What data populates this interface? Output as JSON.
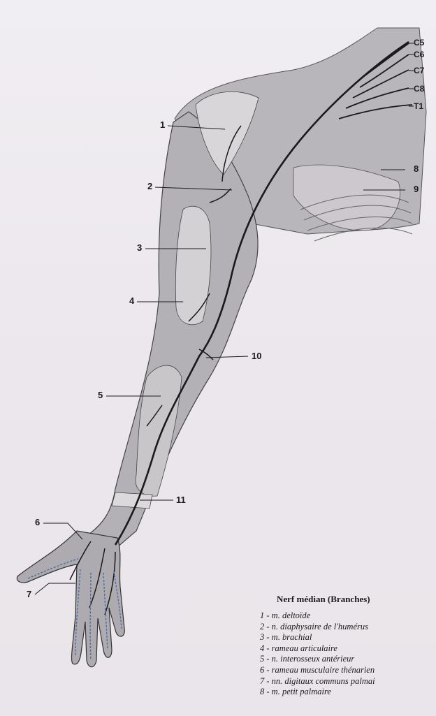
{
  "roots": [
    "C5",
    "C6",
    "C7",
    "C8",
    "T1"
  ],
  "callouts": [
    "1",
    "2",
    "3",
    "4",
    "5",
    "6",
    "7",
    "8",
    "9",
    "10",
    "11"
  ],
  "legend": {
    "title": "Nerf médian (Branches)",
    "items": [
      "1 - m. deltoïde",
      "2 - n. diaphysaire de l'humérus",
      "3 - m. brachial",
      "4 - rameau articulaire",
      "5 - n. interosseux antérieur",
      "6 - rameau musculaire thénarien",
      "7 - nn. digitaux communs palmai",
      "8 - m. petit palmaire"
    ]
  }
}
